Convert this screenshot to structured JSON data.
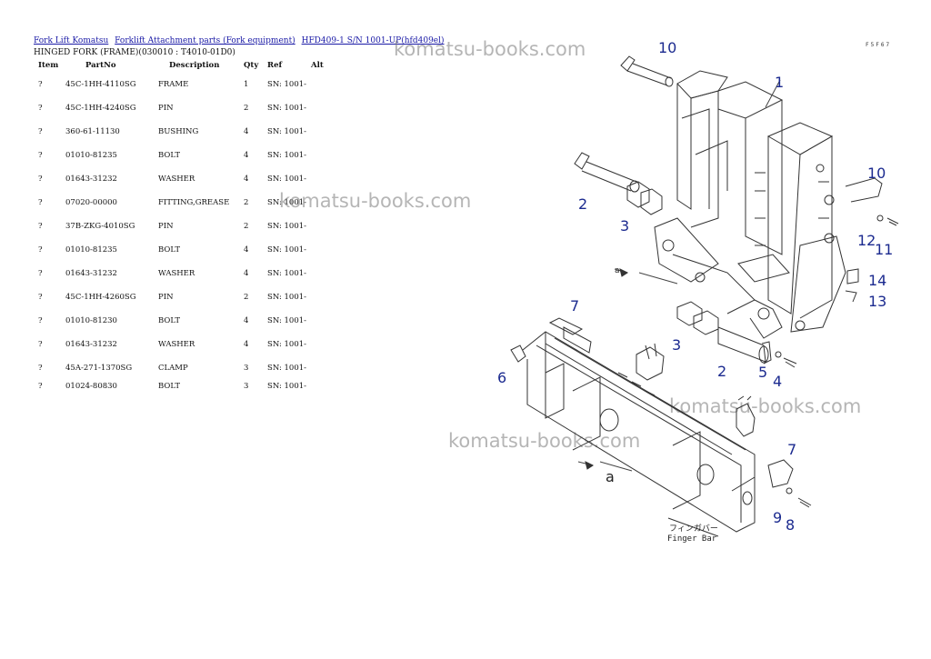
{
  "breadcrumb": {
    "link1": "Fork Lift Komatsu",
    "link2": "Forklift Attachment parts (Fork equipment)",
    "link3": "HFD409-1 S/N 1001-UP(hfd409el)"
  },
  "subtitle": "HINGED FORK (FRAME)(030010 : T4010-01D0)",
  "table": {
    "headers": {
      "item": "Item",
      "partno": "PartNo",
      "description": "Description",
      "qty": "Qty",
      "ref": "Ref",
      "alt": "Alt"
    },
    "rows": [
      {
        "item": "?",
        "partno": "45C-1HH-4110SG",
        "description": "FRAME",
        "qty": "1",
        "ref": "SN: 1001-"
      },
      {
        "item": "?",
        "partno": "45C-1HH-4240SG",
        "description": "PIN",
        "qty": "2",
        "ref": "SN: 1001-"
      },
      {
        "item": "?",
        "partno": "360-61-11130",
        "description": "BUSHING",
        "qty": "4",
        "ref": "SN: 1001-"
      },
      {
        "item": "?",
        "partno": "01010-81235",
        "description": "BOLT",
        "qty": "4",
        "ref": "SN: 1001-"
      },
      {
        "item": "?",
        "partno": "01643-31232",
        "description": "WASHER",
        "qty": "4",
        "ref": "SN: 1001-"
      },
      {
        "item": "?",
        "partno": "07020-00000",
        "description": "FITTING,GREASE",
        "qty": "2",
        "ref": "SN: 1001-"
      },
      {
        "item": "?",
        "partno": "37B-ZKG-4010SG",
        "description": "PIN",
        "qty": "2",
        "ref": "SN: 1001-"
      },
      {
        "item": "?",
        "partno": "01010-81235",
        "description": "BOLT",
        "qty": "4",
        "ref": "SN: 1001-"
      },
      {
        "item": "?",
        "partno": "01643-31232",
        "description": "WASHER",
        "qty": "4",
        "ref": "SN: 1001-"
      },
      {
        "item": "?",
        "partno": "45C-1HH-4260SG",
        "description": "PIN",
        "qty": "2",
        "ref": "SN: 1001-"
      },
      {
        "item": "?",
        "partno": "01010-81230",
        "description": "BOLT",
        "qty": "4",
        "ref": "SN: 1001-"
      },
      {
        "item": "?",
        "partno": "01643-31232",
        "description": "WASHER",
        "qty": "4",
        "ref": "SN: 1001-"
      },
      {
        "item": "?",
        "partno": "45A-271-1370SG",
        "description": "CLAMP",
        "qty": "3",
        "ref": "SN: 1001-"
      },
      {
        "item": "?",
        "partno": "01024-80830",
        "description": "BOLT",
        "qty": "3",
        "ref": "SN: 1001-"
      }
    ]
  },
  "watermark": "komatsu-books.com",
  "figure": {
    "code": "F5F67",
    "callouts": [
      "10",
      "1",
      "10",
      "2",
      "3",
      "12",
      "11",
      "14",
      "13",
      "7",
      "3",
      "2",
      "5",
      "4",
      "6",
      "7",
      "9",
      "8"
    ],
    "ref_letter": "a",
    "finger_bar_jp": "フィンガバー",
    "finger_bar": "Finger Bar"
  }
}
